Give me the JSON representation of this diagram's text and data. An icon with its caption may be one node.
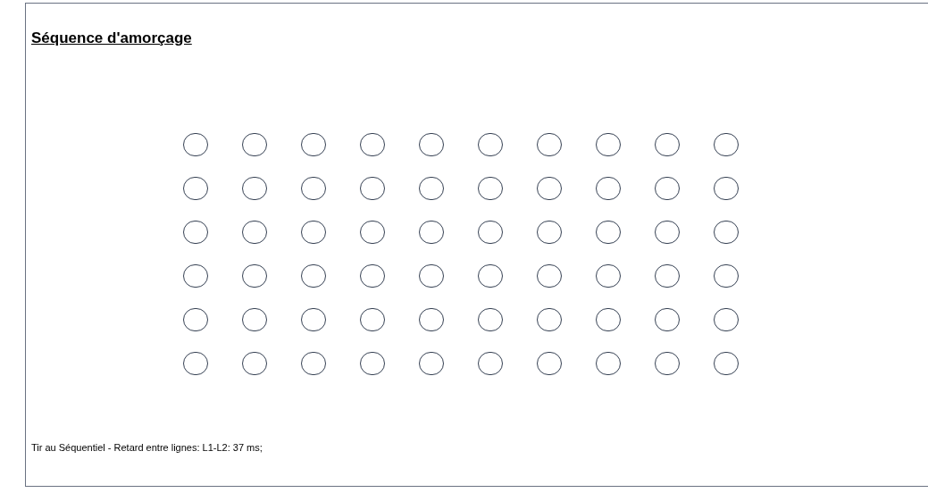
{
  "diagram": {
    "title": "Séquence d'amorçage",
    "nodes": [
      {
        "text": [],
        "shape": "circle"
      },
      {
        "text": [],
        "shape": "circle"
      },
      {
        "text": [],
        "shape": "circle"
      },
      {
        "text": [],
        "shape": "circle"
      },
      {
        "text": [],
        "shape": "circle"
      },
      {
        "text": [],
        "shape": "circle"
      },
      {
        "text": [],
        "shape": "circle"
      },
      {
        "text": [],
        "shape": "circle"
      },
      {
        "text": [],
        "shape": "circle"
      },
      {
        "text": [],
        "shape": "circle"
      },
      {
        "text": [],
        "shape": "circle"
      },
      {
        "text": [],
        "shape": "circle"
      },
      {
        "text": [],
        "shape": "circle"
      },
      {
        "text": [],
        "shape": "circle"
      },
      {
        "text": [],
        "shape": "circle"
      },
      {
        "text": [],
        "shape": "circle"
      },
      {
        "text": [],
        "shape": "circle"
      },
      {
        "text": [],
        "shape": "circle"
      },
      {
        "text": [],
        "shape": "circle"
      },
      {
        "text": [],
        "shape": "circle"
      },
      {
        "text": [],
        "shape": "circle"
      },
      {
        "text": [],
        "shape": "circle"
      },
      {
        "text": [],
        "shape": "circle"
      },
      {
        "text": [],
        "shape": "circle"
      },
      {
        "text": [],
        "shape": "circle"
      },
      {
        "text": [],
        "shape": "circle"
      },
      {
        "text": [],
        "shape": "circle"
      },
      {
        "text": [],
        "shape": "circle"
      },
      {
        "text": [],
        "shape": "circle"
      },
      {
        "text": [],
        "shape": "circle"
      },
      {
        "text": [],
        "shape": "circle"
      },
      {
        "text": [],
        "shape": "circle"
      },
      {
        "text": [],
        "shape": "circle"
      },
      {
        "text": [],
        "shape": "circle"
      },
      {
        "text": [],
        "shape": "circle"
      },
      {
        "text": [],
        "shape": "circle"
      },
      {
        "text": [],
        "shape": "circle"
      },
      {
        "text": [],
        "shape": "circle"
      },
      {
        "text": [],
        "shape": "circle"
      },
      {
        "text": [],
        "shape": "circle"
      },
      {
        "text": [],
        "shape": "circle"
      },
      {
        "text": [],
        "shape": "circle"
      },
      {
        "text": [],
        "shape": "circle"
      },
      {
        "text": [],
        "shape": "circle"
      },
      {
        "text": [],
        "shape": "circle"
      },
      {
        "text": [],
        "shape": "circle"
      },
      {
        "text": [],
        "shape": "circle"
      },
      {
        "text": [],
        "shape": "circle"
      },
      {
        "text": [],
        "shape": "circle"
      },
      {
        "text": [],
        "shape": "circle"
      },
      {
        "text": [],
        "shape": "circle"
      },
      {
        "text": [],
        "shape": "circle"
      },
      {
        "text": [],
        "shape": "circle"
      },
      {
        "text": [],
        "shape": "circle"
      },
      {
        "text": [],
        "shape": "circle"
      },
      {
        "text": [],
        "shape": "circle"
      },
      {
        "text": [],
        "shape": "circle"
      },
      {
        "text": [],
        "shape": "circle"
      },
      {
        "text": [],
        "shape": "circle"
      },
      {
        "text": [],
        "shape": "circle"
      }
    ],
    "labels": [
      "Tir au Séquentiel - Retard entre lignes: L1-L2: 37 ms;"
    ]
  }
}
